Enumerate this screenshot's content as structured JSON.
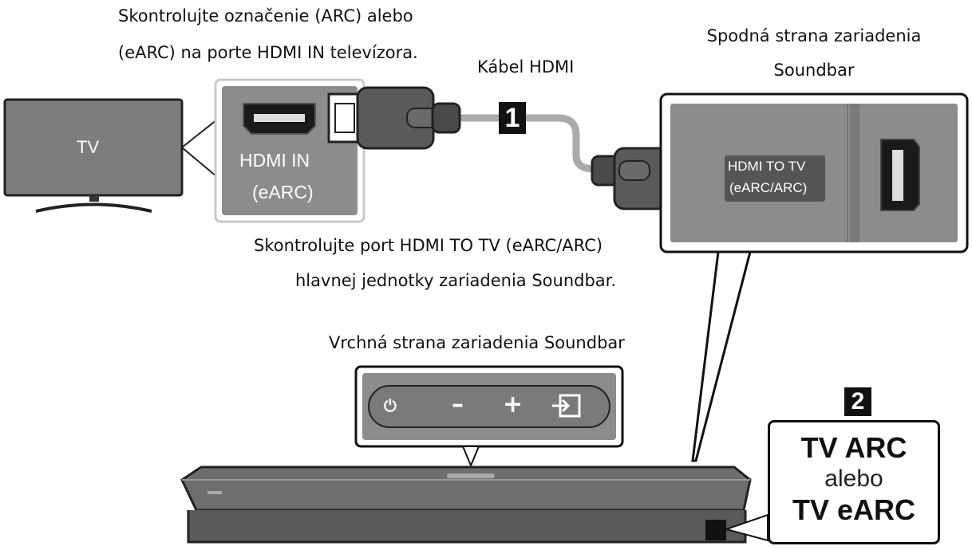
{
  "labels": {
    "check_tv_line1": "Skontrolujte označenie (ARC) alebo",
    "check_tv_line2": "(eARC) na porte HDMI IN televízora.",
    "cable": "Kábel HDMI",
    "bottom_side_line1": "Spodná strana zariadenia",
    "bottom_side_line2": "Soundbar",
    "check_port_line1": "Skontrolujte port HDMI TO TV (eARC/ARC)",
    "check_port_line2": "hlavnej jednotky zariadenia Soundbar.",
    "top_side": "Vrchná strana zariadenia Soundbar"
  },
  "tv": {
    "screen_label": "TV"
  },
  "tv_port": {
    "line1": "HDMI IN",
    "line2": "(eARC)"
  },
  "soundbar_port": {
    "line1": "HDMI TO TV",
    "line2": "(eARC/ARC)"
  },
  "steps": {
    "step1": "1",
    "step2": "2"
  },
  "mode_box": {
    "line1": "TV ARC",
    "line2": "alebo",
    "line3": "TV eARC"
  },
  "buttons": {
    "power": "⏻",
    "minus": "–",
    "plus": "+",
    "source": "source-icon"
  },
  "colors": {
    "panel_gray": "#8c8c8c",
    "tv_body": "#7d7d7d",
    "soundbar_body": "#6e6e6e",
    "cable_gray": "#aaaaaa"
  }
}
